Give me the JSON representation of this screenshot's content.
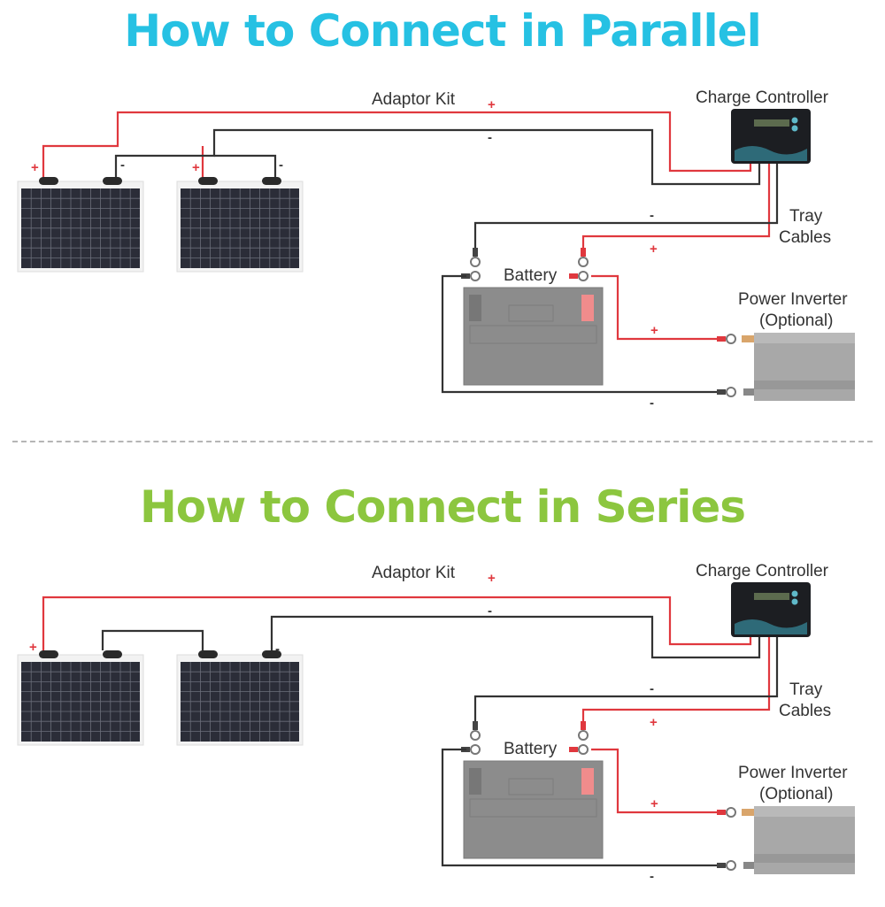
{
  "diagrams": [
    {
      "title": "How to Connect in Parallel",
      "mode": "parallel",
      "title_color": "#26c1e3",
      "labels": {
        "adaptor_kit": "Adaptor Kit",
        "charge_controller": "Charge Controller",
        "tray_line1": "Tray",
        "tray_line2": "Cables",
        "battery": "Battery",
        "inverter_line1": "Power Inverter",
        "inverter_line2": "(Optional)"
      },
      "signs": {
        "plus": "+",
        "minus": "-"
      }
    },
    {
      "title": "How to Connect in Series",
      "mode": "series",
      "title_color": "#8cc63f",
      "labels": {
        "adaptor_kit": "Adaptor Kit",
        "charge_controller": "Charge Controller",
        "tray_line1": "Tray",
        "tray_line2": "Cables",
        "battery": "Battery",
        "inverter_line1": "Power Inverter",
        "inverter_line2": "(Optional)"
      },
      "signs": {
        "plus": "+",
        "minus": "-"
      }
    }
  ],
  "colors": {
    "positive_wire": "#e0383e",
    "negative_wire": "#333333",
    "panel": "#2b2d38",
    "battery": "#8c8c8c",
    "inverter": "#a8a8a8"
  }
}
